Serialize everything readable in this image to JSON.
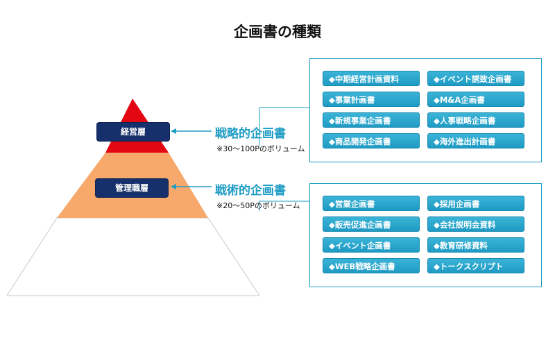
{
  "title": "企画書の種類",
  "colors": {
    "accent": "#1e9cc4",
    "navy": "#16306b",
    "pyramid_top": "#e30613",
    "pyramid_middle": "#f7a96b"
  },
  "pyramid": {
    "top_label": "経営層",
    "middle_label": "管理職層"
  },
  "strategic": {
    "heading": "戦略的企画書",
    "volume": "※30～100Pのボリューム",
    "items": [
      "◆中期経営計画資料",
      "◆イベント誘致企画書",
      "◆事業計画書",
      "◆M&A企画書",
      "◆新規事業企画書",
      "◆人事戦略企画書",
      "◆商品開発企画書",
      "◆海外進出計画書"
    ]
  },
  "tactical": {
    "heading": "戦術的企画書",
    "volume": "※20～50Pのボリューム",
    "items": [
      "◆営業企画書",
      "◆採用企画書",
      "◆販売促進企画書",
      "◆会社説明会資料",
      "◆イベント企画書",
      "◆教育研修資料",
      "◆WEB戦略企画書",
      "◆トークスクリプト"
    ]
  }
}
